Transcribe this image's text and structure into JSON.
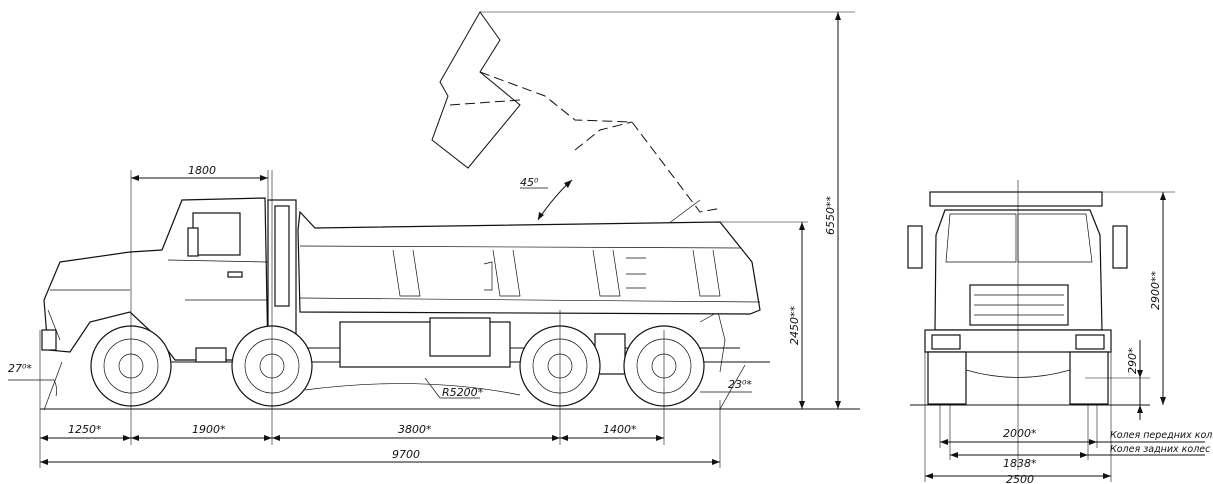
{
  "side_view": {
    "dimensions": {
      "cab_length": "1800",
      "front_overhang": "1250*",
      "wheelbase_front": "1900*",
      "wheelbase_middle": "3800*",
      "rear_axle_spacing": "1400*",
      "total_length": "9700",
      "approach_angle": "27⁰*",
      "departure_angle": "23⁰*",
      "turning_radius": "R5200*",
      "tipping_angle": "45⁰",
      "body_height": "2450**",
      "max_height_raised": "6550**"
    }
  },
  "front_view": {
    "dimensions": {
      "height": "2900**",
      "ground_clearance": "290*",
      "front_track": "2000*",
      "rear_track": "1838*",
      "width": "2500"
    },
    "labels": {
      "front_track_label": "Колея передних колес",
      "rear_track_label": "Колея задних колес"
    }
  },
  "colors": {
    "line": "#111111",
    "background": "#ffffff"
  }
}
